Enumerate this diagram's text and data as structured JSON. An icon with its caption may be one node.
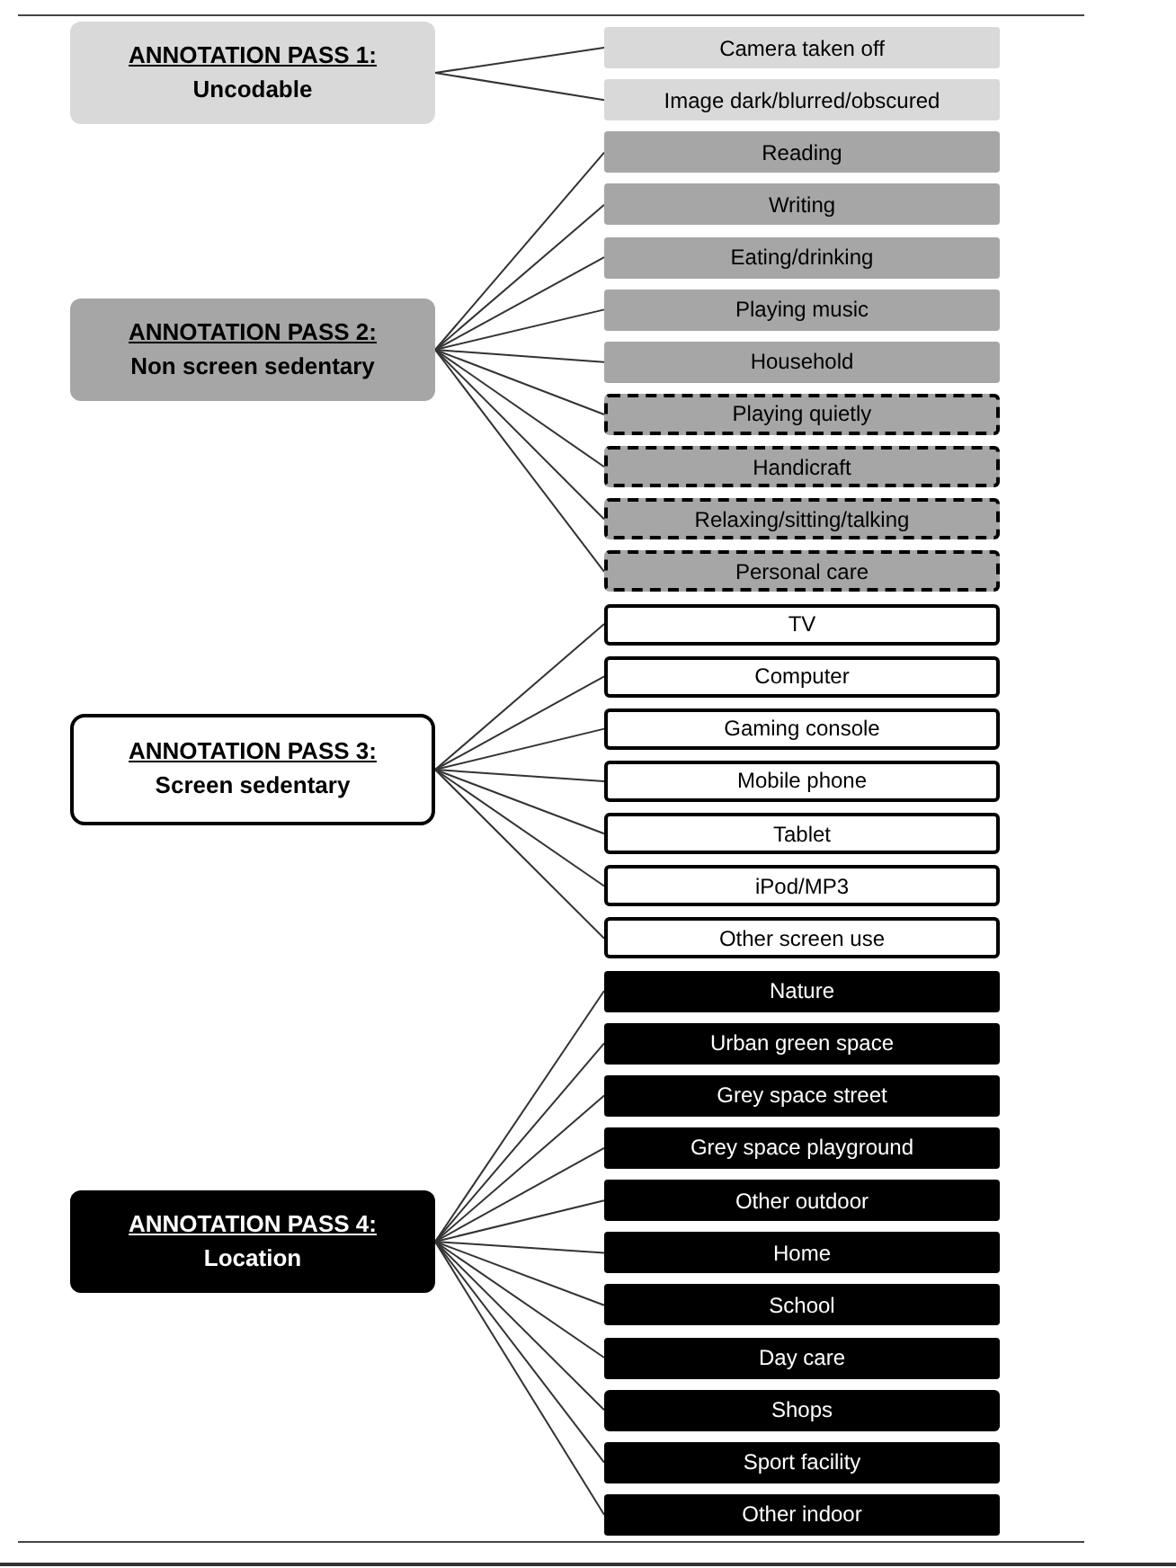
{
  "diagram": {
    "nodes": [
      {
        "text": [
          "ANNOTATION PASS 1:",
          "Uncodable"
        ]
      },
      {
        "text": [
          "Camera taken off"
        ]
      },
      {
        "text": [
          "Image dark/blurred/obscured"
        ]
      },
      {
        "text": [
          "ANNOTATION PASS 2:",
          "Non screen sedentary"
        ]
      },
      {
        "text": [
          "Reading"
        ]
      },
      {
        "text": [
          "Writing"
        ]
      },
      {
        "text": [
          "Eating/drinking"
        ]
      },
      {
        "text": [
          "Playing music"
        ]
      },
      {
        "text": [
          "Household"
        ]
      },
      {
        "text": [
          "Playing quietly"
        ]
      },
      {
        "text": [
          "Handicraft"
        ]
      },
      {
        "text": [
          "Relaxing/sitting/talking"
        ]
      },
      {
        "text": [
          "Personal care"
        ]
      },
      {
        "text": [
          "ANNOTATION PASS 3:",
          "Screen sedentary"
        ]
      },
      {
        "text": [
          "TV"
        ]
      },
      {
        "text": [
          "Computer"
        ]
      },
      {
        "text": [
          "Gaming console"
        ]
      },
      {
        "text": [
          "Mobile phone"
        ]
      },
      {
        "text": [
          "Tablet"
        ]
      },
      {
        "text": [
          "iPod/MP3"
        ]
      },
      {
        "text": [
          "Other screen use"
        ]
      },
      {
        "text": [
          "ANNOTATION PASS 4:",
          "Location"
        ]
      },
      {
        "text": [
          "Nature"
        ]
      },
      {
        "text": [
          "Urban green space"
        ]
      },
      {
        "text": [
          "Grey space street"
        ]
      },
      {
        "text": [
          "Grey space playground"
        ]
      },
      {
        "text": [
          "Other outdoor"
        ]
      },
      {
        "text": [
          "Home"
        ]
      },
      {
        "text": [
          "School"
        ]
      },
      {
        "text": [
          "Day care"
        ]
      },
      {
        "text": [
          "Shops"
        ]
      },
      {
        "text": [
          "Sport facility"
        ]
      },
      {
        "text": [
          "Other indoor"
        ]
      }
    ],
    "edges": [
      {
        "from": 0,
        "to": 1,
        "arrow": "none"
      },
      {
        "from": 0,
        "to": 2,
        "arrow": "none"
      },
      {
        "from": 3,
        "to": 4,
        "arrow": "none"
      },
      {
        "from": 3,
        "to": 5,
        "arrow": "none"
      },
      {
        "from": 3,
        "to": 6,
        "arrow": "none"
      },
      {
        "from": 3,
        "to": 7,
        "arrow": "none"
      },
      {
        "from": 3,
        "to": 8,
        "arrow": "none"
      },
      {
        "from": 3,
        "to": 9,
        "arrow": "none"
      },
      {
        "from": 3,
        "to": 10,
        "arrow": "none"
      },
      {
        "from": 3,
        "to": 11,
        "arrow": "none"
      },
      {
        "from": 3,
        "to": 12,
        "arrow": "none"
      },
      {
        "from": 13,
        "to": 14,
        "arrow": "none"
      },
      {
        "from": 13,
        "to": 15,
        "arrow": "none"
      },
      {
        "from": 13,
        "to": 16,
        "arrow": "none"
      },
      {
        "from": 13,
        "to": 17,
        "arrow": "none"
      },
      {
        "from": 13,
        "to": 18,
        "arrow": "none"
      },
      {
        "from": 13,
        "to": 19,
        "arrow": "none"
      },
      {
        "from": 13,
        "to": 20,
        "arrow": "none"
      },
      {
        "from": 21,
        "to": 22,
        "arrow": "none"
      },
      {
        "from": 21,
        "to": 23,
        "arrow": "none"
      },
      {
        "from": 21,
        "to": 24,
        "arrow": "none"
      },
      {
        "from": 21,
        "to": 25,
        "arrow": "none"
      },
      {
        "from": 21,
        "to": 26,
        "arrow": "none"
      },
      {
        "from": 21,
        "to": 27,
        "arrow": "none"
      },
      {
        "from": 21,
        "to": 28,
        "arrow": "none"
      },
      {
        "from": 21,
        "to": 29,
        "arrow": "none"
      },
      {
        "from": 21,
        "to": 30,
        "arrow": "none"
      },
      {
        "from": 21,
        "to": 31,
        "arrow": "none"
      },
      {
        "from": 21,
        "to": 32,
        "arrow": "none"
      }
    ]
  }
}
